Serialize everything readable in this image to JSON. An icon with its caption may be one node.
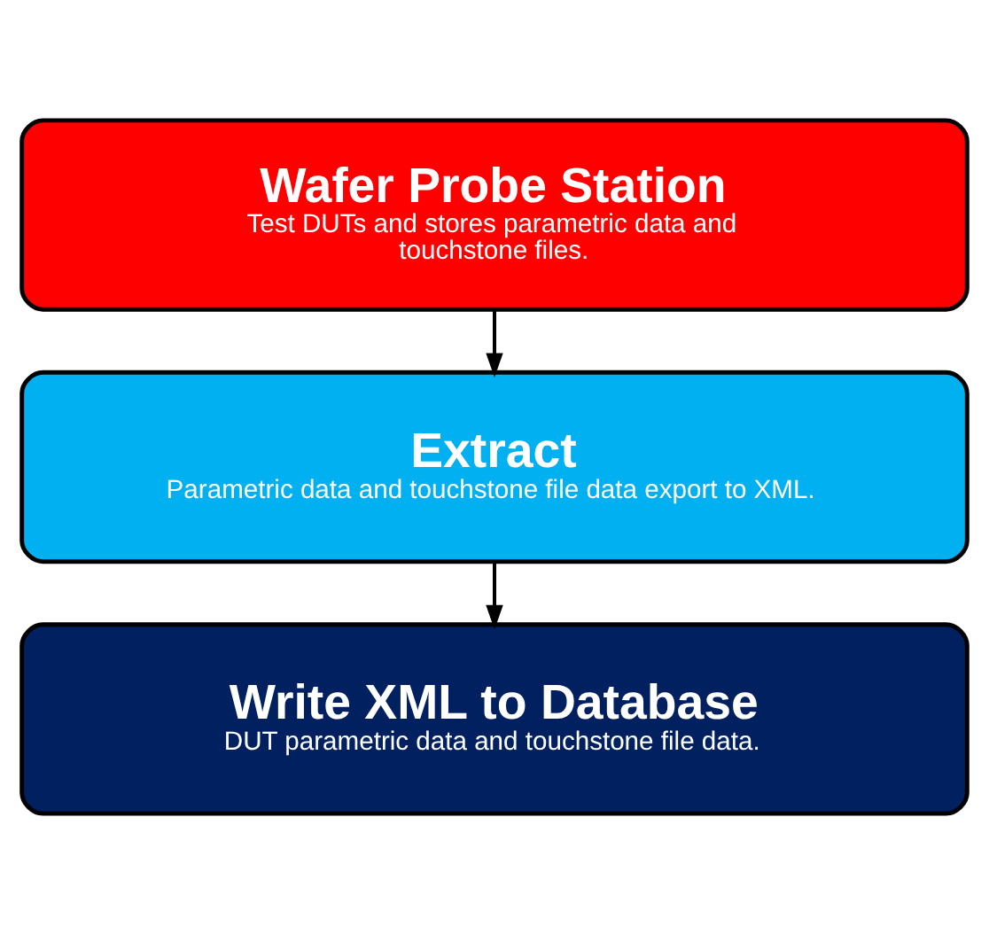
{
  "diagram": {
    "nodes": [
      {
        "text": [
          "Wafer Probe Station",
          "Test DUTs and stores parametric data and touchstone files."
        ]
      },
      {
        "text": [
          "Extract",
          "Parametric data and touchstone file data export to XML."
        ]
      },
      {
        "text": [
          "Write XML to Database",
          "DUT parametric data and touchstone file data."
        ]
      }
    ],
    "edges": [
      {
        "from": 0,
        "to": 1,
        "arrow": "to"
      },
      {
        "from": 1,
        "to": 2,
        "arrow": "to"
      }
    ]
  }
}
